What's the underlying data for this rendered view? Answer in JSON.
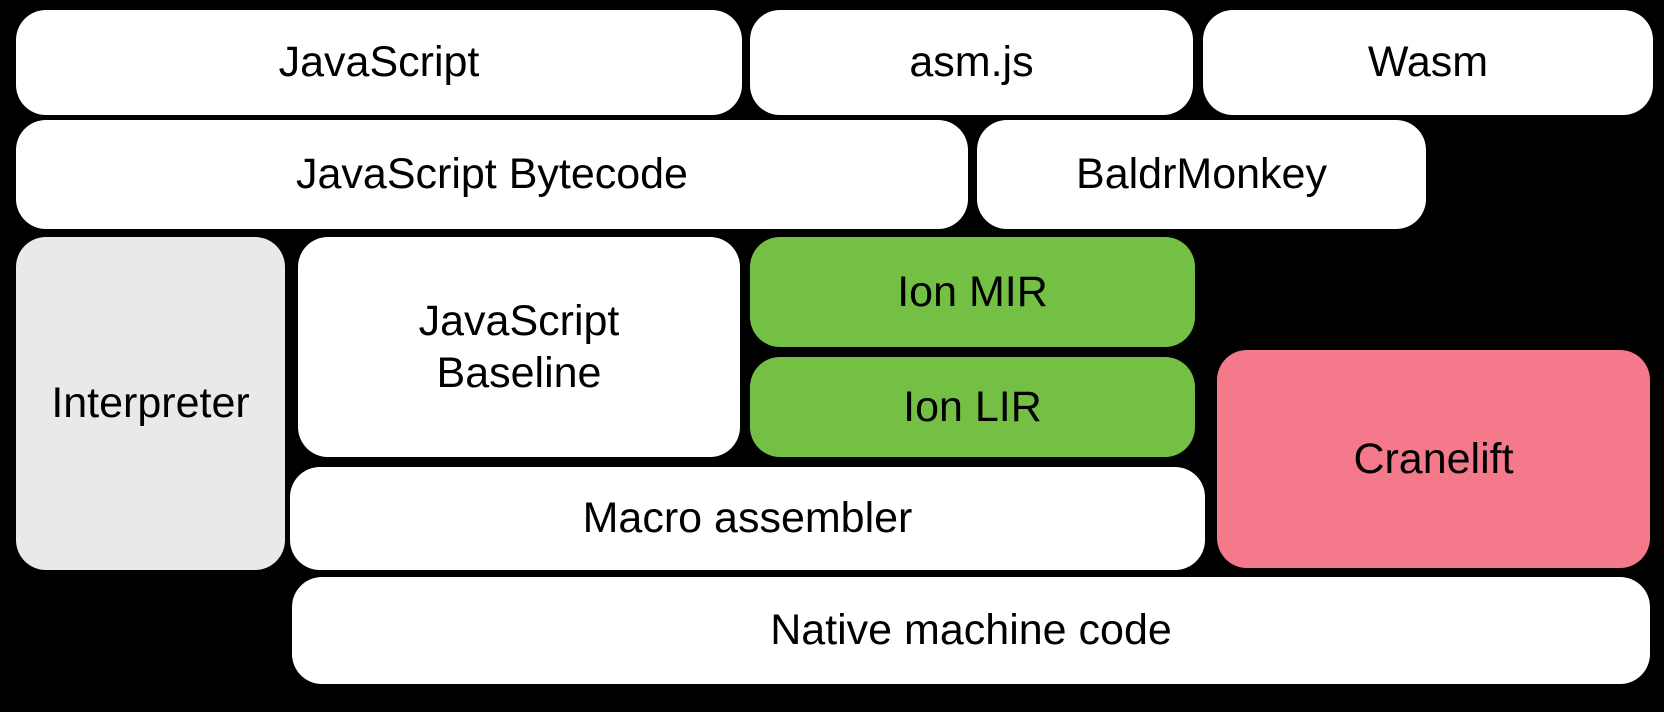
{
  "colors": {
    "background": "#000000",
    "white": "#FFFFFF",
    "gray": "#E9E9E9",
    "green": "#74C044",
    "pink": "#F4798A",
    "text": "#000000"
  },
  "diagram": {
    "boxes": [
      {
        "id": "javascript",
        "label": "JavaScript",
        "fill": "white"
      },
      {
        "id": "asmjs",
        "label": "asm.js",
        "fill": "white"
      },
      {
        "id": "wasm",
        "label": "Wasm",
        "fill": "white"
      },
      {
        "id": "bytecode",
        "label": "JavaScript Bytecode",
        "fill": "white"
      },
      {
        "id": "baldrmonkey",
        "label": "BaldrMonkey",
        "fill": "white"
      },
      {
        "id": "interpreter",
        "label": "Interpreter",
        "fill": "gray"
      },
      {
        "id": "baseline",
        "label": "JavaScript\nBaseline",
        "fill": "white"
      },
      {
        "id": "ion-mir",
        "label": "Ion MIR",
        "fill": "green"
      },
      {
        "id": "ion-lir",
        "label": "Ion LIR",
        "fill": "green"
      },
      {
        "id": "cranelift",
        "label": "Cranelift",
        "fill": "pink"
      },
      {
        "id": "macro-assembler",
        "label": "Macro assembler",
        "fill": "white"
      },
      {
        "id": "native",
        "label": "Native machine code",
        "fill": "white"
      }
    ]
  }
}
